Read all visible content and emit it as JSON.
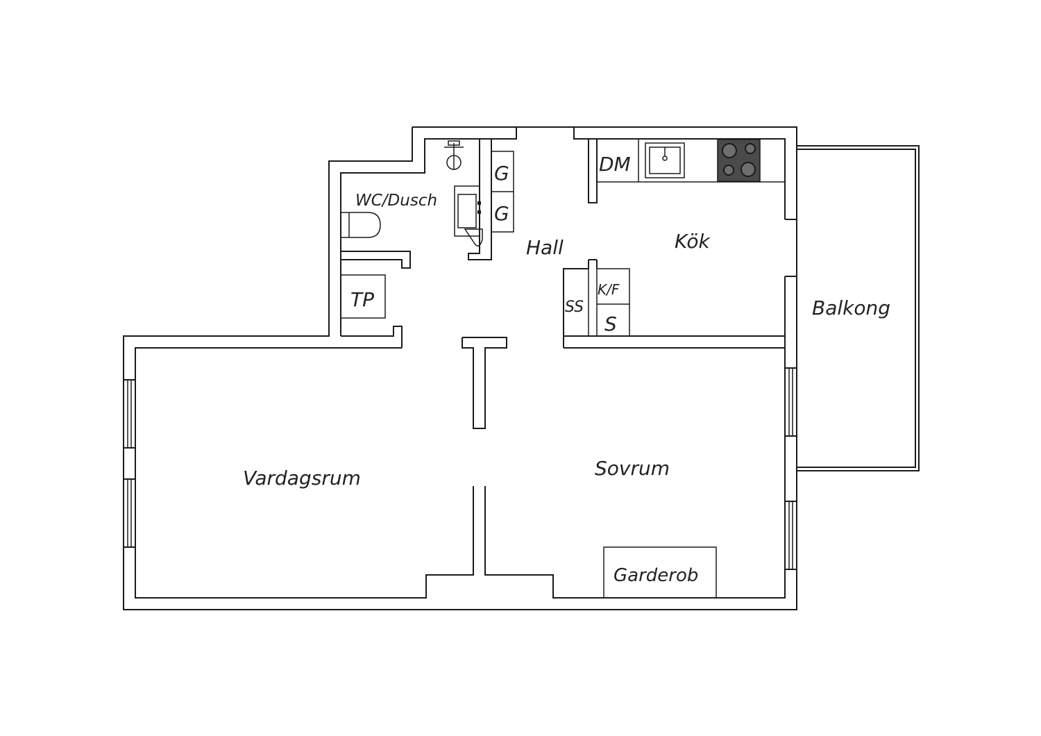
{
  "rooms": {
    "wc_dusch": "WC/Dusch",
    "hall": "Hall",
    "kok": "Kök",
    "balkong": "Balkong",
    "vardagsrum": "Vardagsrum",
    "sovrum": "Sovrum",
    "garderob": "Garderob"
  },
  "fixtures": {
    "dm": "DM",
    "g1": "G",
    "g2": "G",
    "tp": "TP",
    "kf": "K/F",
    "ss": "SS",
    "s": "S"
  },
  "colors": {
    "line": "#1a1a1a",
    "background": "#ffffff",
    "stove": "#4a4a4a",
    "burner": "#6e6e6e"
  },
  "icons": {
    "shower": "shower-head-icon",
    "sink": "sink-icon",
    "toilet": "toilet-icon",
    "stove": "stove-icon",
    "kitchen-sink": "kitchen-sink-icon",
    "window": "window-icon"
  }
}
